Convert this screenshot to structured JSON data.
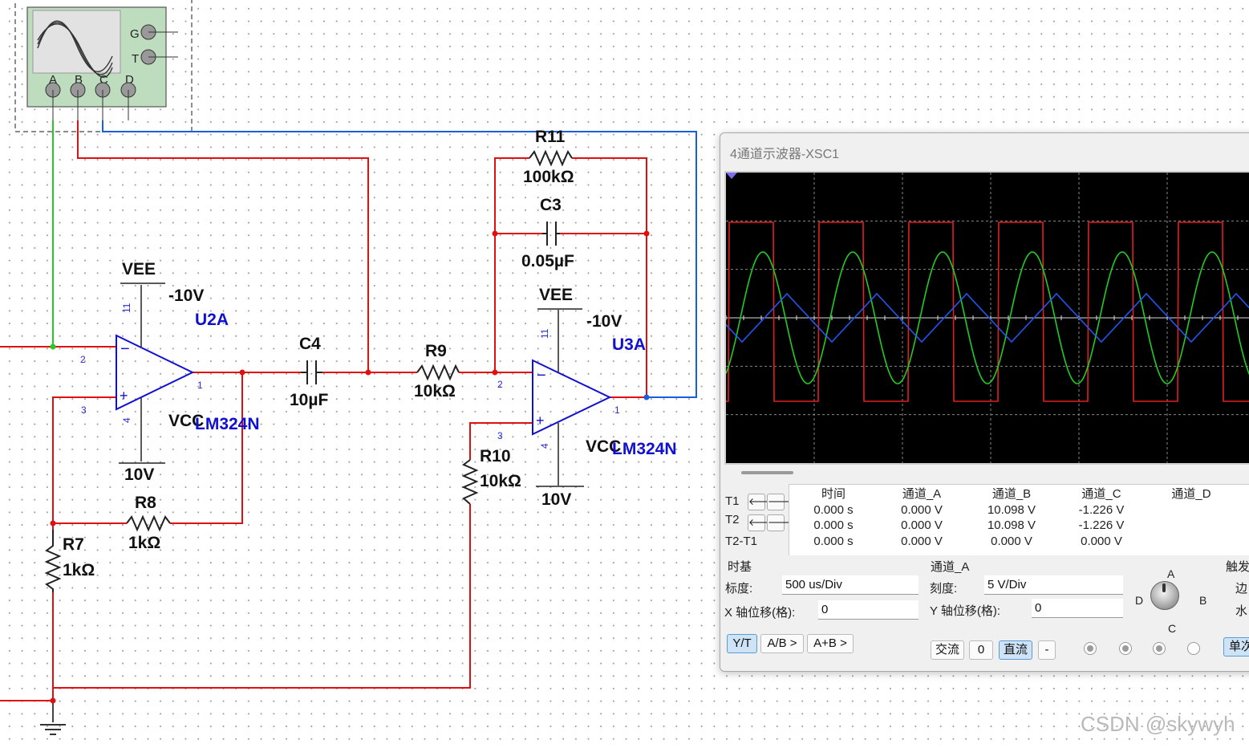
{
  "schematic": {
    "scope_terminals": [
      "G",
      "T",
      "A",
      "B",
      "C",
      "D"
    ],
    "components": {
      "U2A": {
        "ref": "U2A",
        "model": "LM324N",
        "vee_label": "VEE",
        "vee_value": "-10V",
        "vcc_label": "VCC",
        "vcc_value": "10V",
        "pins": {
          "inv": "2",
          "noninv": "3",
          "out": "1",
          "vee": "11",
          "vcc": "4"
        }
      },
      "U3A": {
        "ref": "U3A",
        "model": "LM324N",
        "vee_label": "VEE",
        "vee_value": "-10V",
        "vcc_label": "VCC",
        "vcc_value": "10V",
        "pins": {
          "inv": "2",
          "noninv": "3",
          "out": "1",
          "vee": "11",
          "vcc": "4"
        }
      },
      "C4": {
        "ref": "C4",
        "value": "10µF"
      },
      "R9": {
        "ref": "R9",
        "value": "10kΩ"
      },
      "R11": {
        "ref": "R11",
        "value": "100kΩ"
      },
      "C3": {
        "ref": "C3",
        "value": "0.05µF"
      },
      "R10": {
        "ref": "R10",
        "value": "10kΩ"
      },
      "R8": {
        "ref": "R8",
        "value": "1kΩ"
      },
      "R7": {
        "ref": "R7",
        "value": "1kΩ"
      }
    },
    "wire_colors": {
      "red": "#e01010",
      "blue": "#1a5ee0",
      "green": "#22cc22"
    }
  },
  "oscilloscope": {
    "title": "4通道示波器-XSC1",
    "traces": {
      "square": {
        "color": "#e02020"
      },
      "sine": {
        "color": "#22cc22"
      },
      "triangle": {
        "color": "#2255ee"
      }
    },
    "cursor_rows": {
      "t1": "T1",
      "t2": "T2",
      "dt": "T2-T1"
    },
    "readout": {
      "columns": [
        {
          "header": "时间",
          "t1": "0.000 s",
          "t2": "0.000 s",
          "dt": "0.000 s"
        },
        {
          "header": "通道_A",
          "t1": "0.000 V",
          "t2": "0.000 V",
          "dt": "0.000 V"
        },
        {
          "header": "通道_B",
          "t1": "10.098 V",
          "t2": "10.098 V",
          "dt": "0.000 V"
        },
        {
          "header": "通道_C",
          "t1": "-1.226 V",
          "t2": "-1.226 V",
          "dt": "0.000 V"
        },
        {
          "header": "通道_D",
          "t1": "",
          "t2": "",
          "dt": ""
        }
      ]
    },
    "timebase": {
      "title": "时基",
      "scale_label": "标度:",
      "scale_value": "500 us/Div",
      "xpos_label": "X 轴位移(格):",
      "xpos_value": "0",
      "btn_yt": "Y/T",
      "btn_ab": "A/B >",
      "btn_apb": "A+B >"
    },
    "channel": {
      "title": "通道_A",
      "scale_label": "刻度:",
      "scale_value": "5  V/Div",
      "ypos_label": "Y 轴位移(格):",
      "ypos_value": "0",
      "btn_ac": "交流",
      "btn_zero": "0",
      "btn_dc": "直流",
      "btn_minus": "-"
    },
    "selector": {
      "a": "A",
      "b": "B",
      "c": "C",
      "d": "D"
    },
    "trigger": {
      "title": "触发",
      "edge": "边",
      "level": "水",
      "btn_single": "单次"
    }
  },
  "watermark": "CSDN @skywyh"
}
